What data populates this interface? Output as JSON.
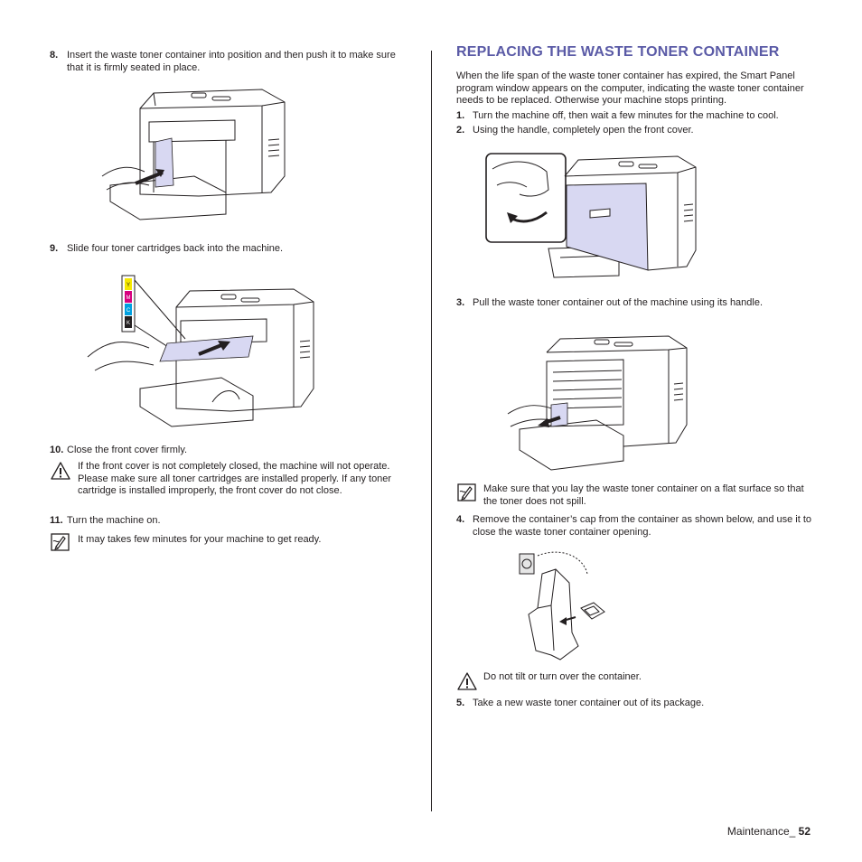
{
  "left": {
    "step8": {
      "num": "8.",
      "text": "Insert the waste toner container into position and then push it to make sure that it is firmly seated in place."
    },
    "step9": {
      "num": "9.",
      "text": "Slide four toner cartridges back into the machine."
    },
    "cartridge_labels": [
      "Y",
      "M",
      "C",
      "K"
    ],
    "step10": {
      "num": "10.",
      "text": "Close the front cover firmly."
    },
    "warning1": "If the front cover is not completely closed, the machine will not operate. Please make sure all toner cartridges are installed properly. If any toner cartridge is installed improperly, the front cover do not close.",
    "step11": {
      "num": "11.",
      "text": "Turn the machine on."
    },
    "note1": "It may takes few minutes for your machine to get ready."
  },
  "right": {
    "heading": "REPLACING THE WASTE TONER CONTAINER",
    "intro": "When the life span of the waste toner container has expired, the Smart Panel program window appears on the computer, indicating the waste toner container needs to be replaced. Otherwise your machine stops printing.",
    "step1": {
      "num": "1.",
      "text": "Turn the machine off, then wait a few minutes for the machine to cool."
    },
    "step2": {
      "num": "2.",
      "text": "Using the handle, completely open the front cover."
    },
    "step3": {
      "num": "3.",
      "text": "Pull the waste toner container out of the machine using its handle."
    },
    "note2": "Make sure that you lay the waste toner container on a flat surface so that the toner does not spill.",
    "step4": {
      "num": "4.",
      "text": "Remove the container’s cap from the container as shown below, and use it to close the waste toner container opening."
    },
    "warning2": "Do not tilt or turn over the container.",
    "step5": {
      "num": "5.",
      "text": "Take a new waste toner container out of its package."
    }
  },
  "footer": {
    "section": "Maintenance_",
    "page": "52"
  },
  "colors": {
    "heading": "#5a5aa6",
    "highlight": "#d8d8f2",
    "yellow": "#f5e800",
    "magenta": "#d6007e",
    "cyan": "#00a0e0",
    "black": "#231f20"
  }
}
